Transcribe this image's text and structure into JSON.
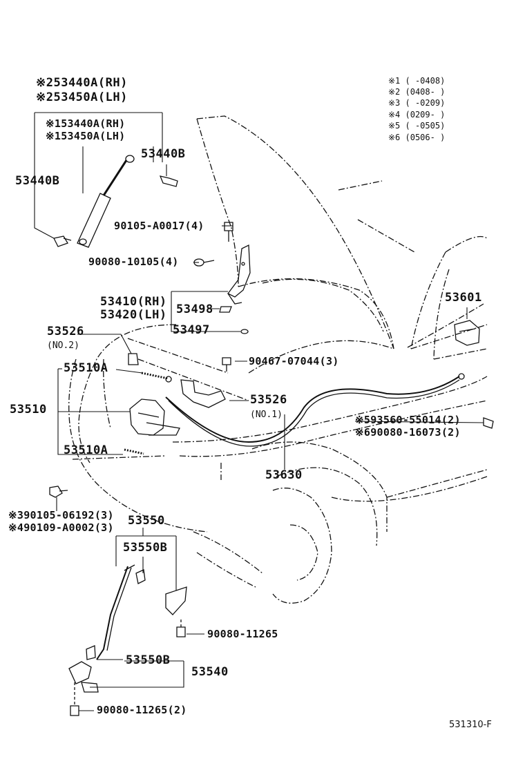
{
  "notes": [
    "※1 (      -0408)",
    "※2 (0408-      )",
    "※3 (      -0209)",
    "※4 (0209-      )",
    "※5 (      -0505)",
    "※6 (0506-      )"
  ],
  "labels": {
    "strut_rh_2": "※253440A(RH)",
    "strut_lh_2": "※253450A(LH)",
    "strut_rh_1": "※153440A(RH)",
    "strut_lh_1": "※153450A(LH)",
    "stud_right": "53440B",
    "stud_left": "53440B",
    "bolt_90105": "90105-A0017(4)",
    "bolt_90080_10105": "90080-10105(4)",
    "hinge_rh": "53410(RH)",
    "hinge_lh": "53420(LH)",
    "part_53498": "53498",
    "part_53497": "53497",
    "part_53601": "53601",
    "clip_53526_no2": "53526",
    "no2": "(NO.2)",
    "clip_90467": "90467-07044(3)",
    "lock_53510a_top": "53510A",
    "lock_53510": "53510",
    "clip_53526_no1": "53526",
    "no1": "(NO.1)",
    "bolt_93560": "※593560-55014(2)",
    "bolt_90080_16073": "※690080-16073(2)",
    "lock_53510a_bottom": "53510A",
    "cable_53630": "53630",
    "bolt_90105_06192": "※390105-06192(3)",
    "bolt_90109": "※490109-A0002(3)",
    "prop_53550": "53550",
    "prop_53550b_top": "53550B",
    "bolt_90080_11265": "90080-11265",
    "prop_53550b_bottom": "53550B",
    "prop_53540": "53540",
    "bolt_90080_11265_2": "90080-11265(2)"
  },
  "figure_code": "531310-F"
}
